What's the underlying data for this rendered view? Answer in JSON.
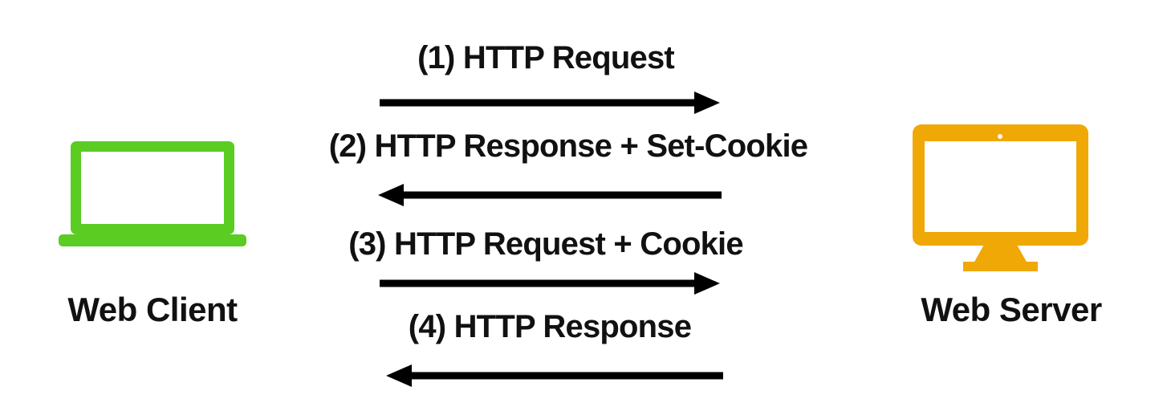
{
  "diagram": {
    "title": "HTTP cookie exchange between web client and web server",
    "background": "#FFFFFF",
    "nodes": [
      {
        "id": "client",
        "label": "Web Client",
        "icon": "laptop-icon",
        "color": "#5ACC22"
      },
      {
        "id": "server",
        "label": "Web Server",
        "icon": "monitor-icon",
        "color": "#F0A806"
      }
    ],
    "flows": [
      {
        "step": 1,
        "label": "(1) HTTP Request",
        "direction": "right",
        "from": "client",
        "to": "server",
        "color": "#000000"
      },
      {
        "step": 2,
        "label": "(2) HTTP Response + Set-Cookie",
        "direction": "left",
        "from": "server",
        "to": "client",
        "color": "#000000"
      },
      {
        "step": 3,
        "label": "(3) HTTP Request + Cookie",
        "direction": "right",
        "from": "client",
        "to": "server",
        "color": "#000000"
      },
      {
        "step": 4,
        "label": "(4) HTTP Response",
        "direction": "left",
        "from": "server",
        "to": "client",
        "color": "#000000"
      }
    ]
  }
}
